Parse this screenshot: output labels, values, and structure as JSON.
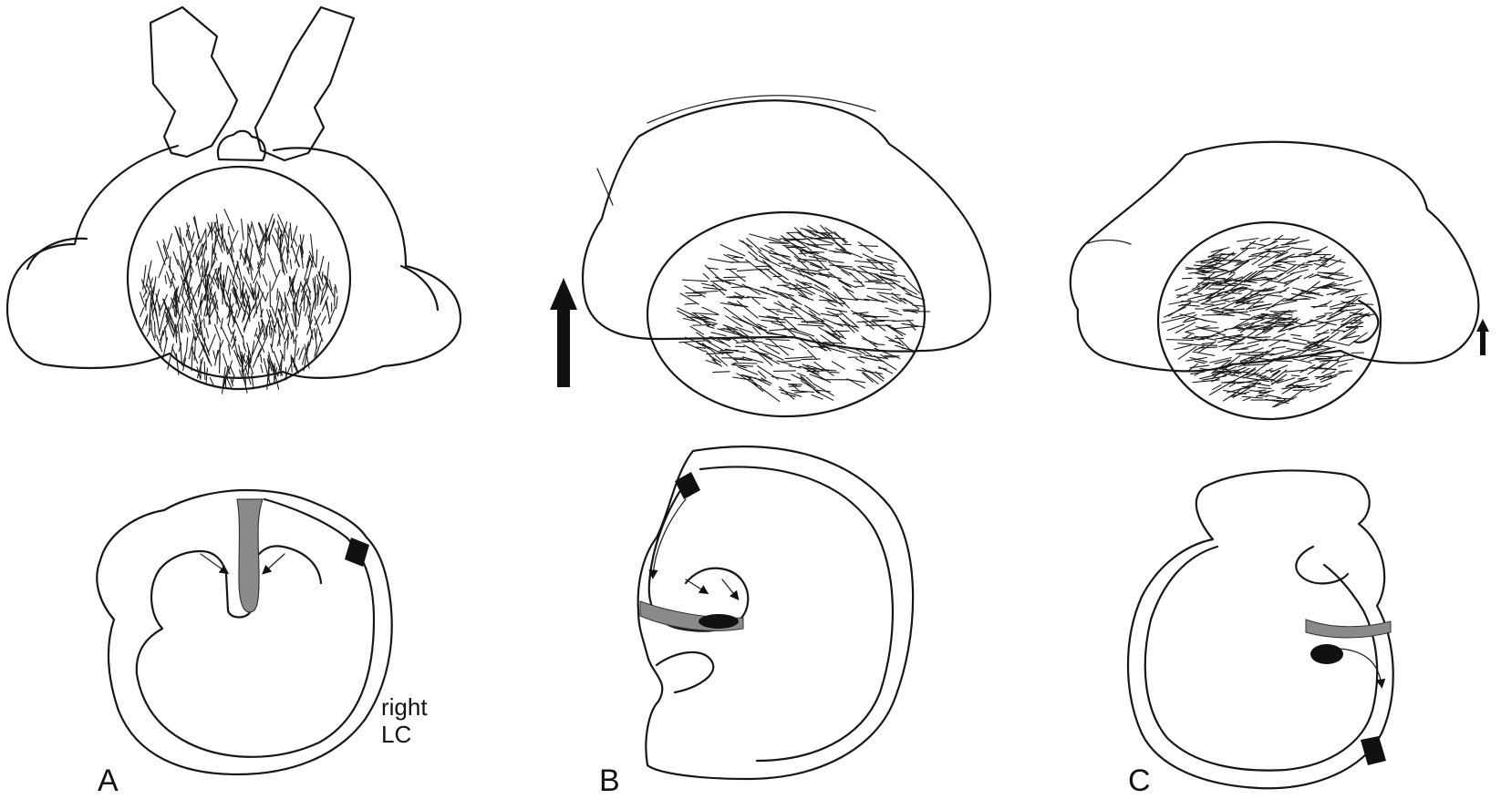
{
  "panels": [
    {
      "label": "A"
    },
    {
      "label": "B"
    },
    {
      "label": "C"
    }
  ],
  "annotation": {
    "line1": "right",
    "line2": "LC"
  },
  "colors": {
    "ink": "#161616",
    "gray_fill": "#8a8a8a",
    "hatch_fill": "#d8d8d8",
    "background": "#ffffff"
  }
}
